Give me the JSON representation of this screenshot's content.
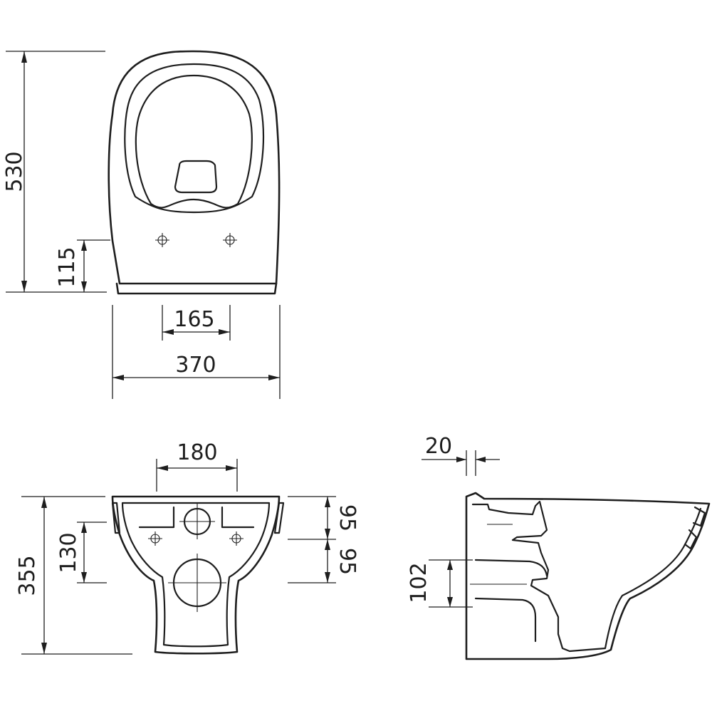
{
  "dimensions": {
    "top_height": "530",
    "mount_height": "115",
    "hole_spacing": "165",
    "width": "370",
    "front_width": "180",
    "front_height": "355",
    "front_hole_height": "130",
    "side_upper": "95",
    "side_lower": "95",
    "wall_thickness": "20",
    "outlet_height": "102"
  },
  "colors": {
    "line": "#1e1e1e",
    "background": "#ffffff"
  }
}
